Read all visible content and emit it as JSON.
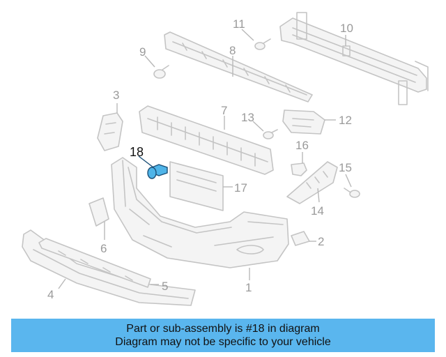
{
  "callouts": {
    "c1": "1",
    "c2": "2",
    "c3": "3",
    "c4": "4",
    "c5": "5",
    "c6": "6",
    "c7": "7",
    "c8": "8",
    "c9": "9",
    "c10": "10",
    "c11": "11",
    "c12": "12",
    "c13": "13",
    "c14": "14",
    "c15": "15",
    "c16": "16",
    "c17": "17",
    "c18": "18"
  },
  "highlighted_part": "18",
  "colors": {
    "banner": "#5ab6ee",
    "highlight_fill": "#4fb4e8",
    "part_line": "#c4c4c4"
  },
  "banner": {
    "line1": "Part or sub-assembly is #18 in diagram",
    "line2": "Diagram may not be specific to your vehicle"
  }
}
